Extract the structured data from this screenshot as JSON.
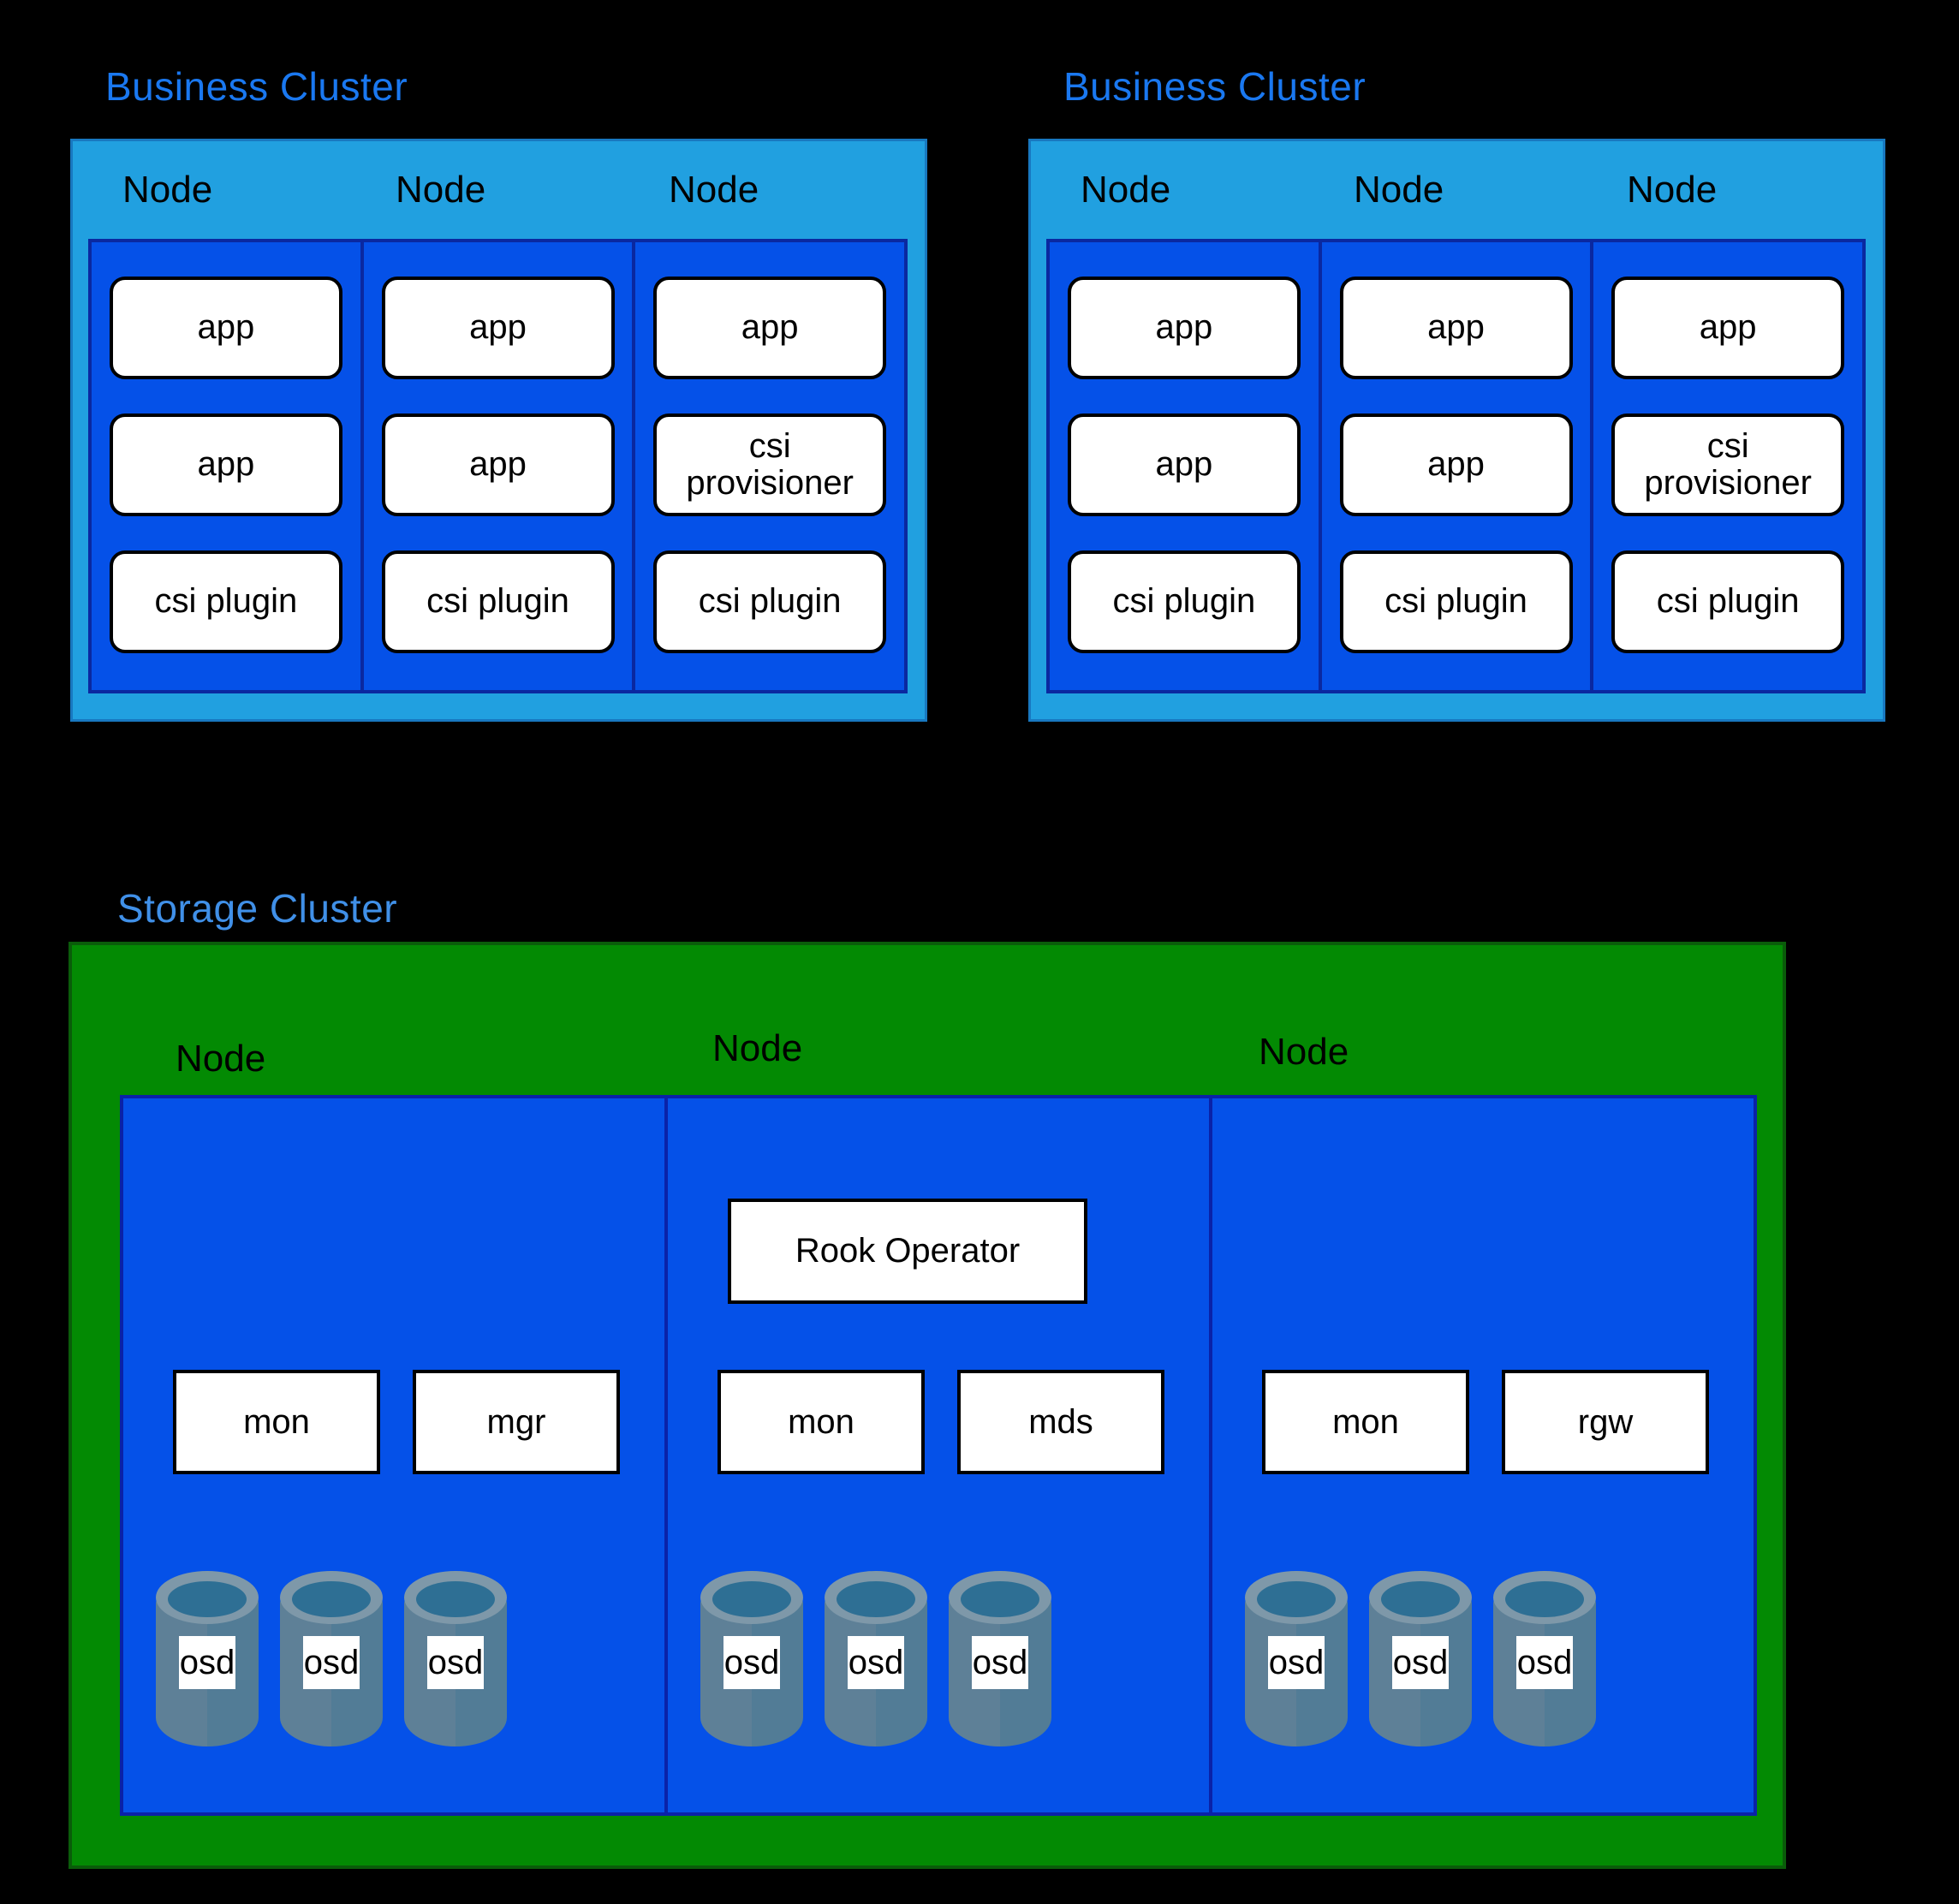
{
  "background": "#000000",
  "colors": {
    "business_title": "#1A78F0",
    "storage_title": "#4090E8",
    "node_band_blue": "#21A0E0",
    "node_band_border": "#1878C0",
    "inner_blue": "#0551E8",
    "inner_border_navy": "#0A28A0",
    "storage_green": "#038A03",
    "storage_green_border": "#0A5C0A",
    "pod_background": "#FFFFFF",
    "pod_border": "#000000",
    "cylinder_rim": "#7E98A9",
    "cylinder_opening": "#2E6F94",
    "cylinder_body_left": "#5E8097",
    "cylinder_body_right": "#527C96"
  },
  "business_clusters": [
    {
      "title": "Business Cluster",
      "nodes": [
        {
          "label": "Node",
          "pods": [
            "app",
            "app",
            "csi plugin"
          ]
        },
        {
          "label": "Node",
          "pods": [
            "app",
            "app",
            "csi plugin"
          ]
        },
        {
          "label": "Node",
          "pods": [
            "app",
            "csi provisioner",
            "csi plugin"
          ]
        }
      ]
    },
    {
      "title": "Business Cluster",
      "nodes": [
        {
          "label": "Node",
          "pods": [
            "app",
            "app",
            "csi plugin"
          ]
        },
        {
          "label": "Node",
          "pods": [
            "app",
            "app",
            "csi plugin"
          ]
        },
        {
          "label": "Node",
          "pods": [
            "app",
            "csi provisioner",
            "csi plugin"
          ]
        }
      ]
    }
  ],
  "storage_cluster": {
    "title": "Storage Cluster",
    "nodes": [
      {
        "label": "Node",
        "operator": null,
        "services": [
          "mon",
          "mgr"
        ],
        "osds": [
          "osd",
          "osd",
          "osd"
        ]
      },
      {
        "label": "Node",
        "operator": "Rook Operator",
        "services": [
          "mon",
          "mds"
        ],
        "osds": [
          "osd",
          "osd",
          "osd"
        ]
      },
      {
        "label": "Node",
        "operator": null,
        "services": [
          "mon",
          "rgw"
        ],
        "osds": [
          "osd",
          "osd",
          "osd"
        ]
      }
    ]
  }
}
